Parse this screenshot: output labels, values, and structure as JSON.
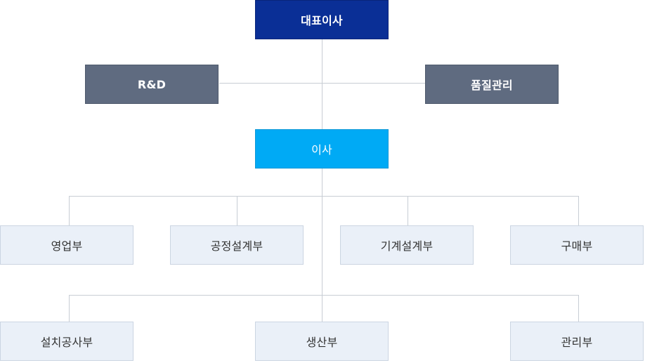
{
  "org_chart": {
    "ceo": "대표이사",
    "advisory": {
      "left": "R&D",
      "right": "품질관리"
    },
    "director": "이사",
    "departments_row1": [
      "영업부",
      "공정설계부",
      "기계설계부",
      "구매부"
    ],
    "departments_row2": [
      "설치공사부",
      "생산부",
      "관리부"
    ]
  },
  "colors": {
    "ceo_bg": "#0a2f96",
    "advisory_bg": "#5f6b80",
    "director_bg": "#00aaf5",
    "department_bg": "#eaf0f8",
    "connector": "#c8cdd4"
  }
}
